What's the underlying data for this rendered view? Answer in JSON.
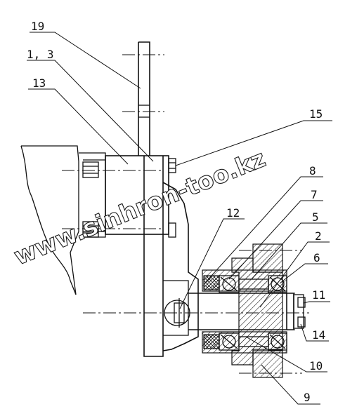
{
  "labels": {
    "l19": "19",
    "l13a": "1, 3",
    "l13": "13",
    "l15": "15",
    "l8": "8",
    "l7": "7",
    "l5": "5",
    "l2": "2",
    "l6": "6",
    "l12": "12",
    "l11": "11",
    "l14": "14",
    "l10": "10",
    "l9": "9"
  },
  "watermark": "www.sinhron-too.kz"
}
